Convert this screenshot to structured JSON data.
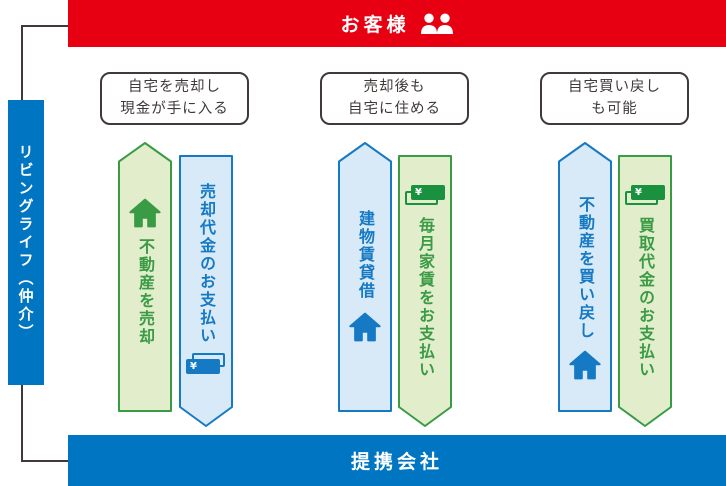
{
  "top_banner": {
    "label": "お客様"
  },
  "left_banner": {
    "label": "リビングライフ（仲介）"
  },
  "bottom_banner": {
    "label": "提携会社"
  },
  "groups": [
    {
      "bubble_line1": "自宅を売却し",
      "bubble_line2": "現金が手に入る",
      "up_label": "不動産を売却",
      "down_label": "売却代金のお支払い"
    },
    {
      "bubble_line1": "売却後も",
      "bubble_line2": "自宅に住める",
      "up_label": "建物賃貸借",
      "down_label": "毎月家賃をお支払い"
    },
    {
      "bubble_line1": "自宅買い戻し",
      "bubble_line2": "も可能",
      "up_label": "不動産を買い戻し",
      "down_label": "買取代金のお支払い"
    }
  ],
  "icons": {
    "customer": "people-icon",
    "house": "house-icon",
    "payment": "yen-banknote-icon",
    "yen_symbol": "¥"
  },
  "colors": {
    "customer_red": "#e60012",
    "company_blue": "#0075c2",
    "arrow_green": "#3a9b45",
    "arrow_green_fill": "#e2edcc",
    "arrow_blue": "#1579c4",
    "arrow_blue_fill": "#d8eaf8",
    "banknote_green": "#19913f",
    "outline_dark": "#3f3a39"
  }
}
